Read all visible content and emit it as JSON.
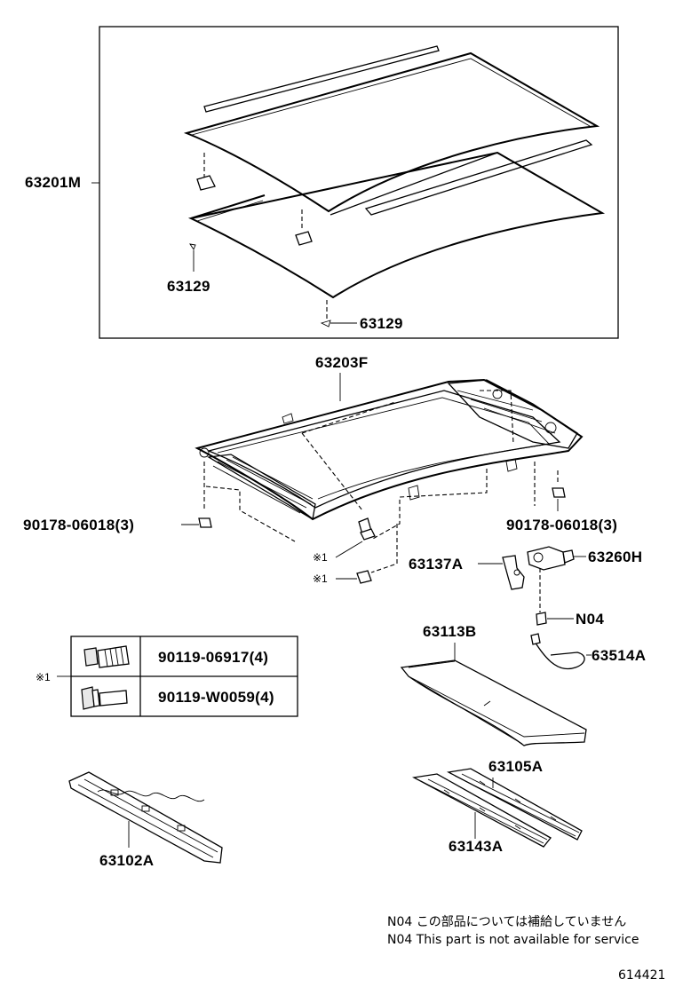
{
  "callouts": {
    "glass_assembly": "63201M",
    "clip_upper": "63129",
    "clip_lower": "63129",
    "housing_frame": "63203F",
    "nut_left": "90178-06018(3)",
    "nut_right": "90178-06018(3)",
    "bolt_mark_1": "※1",
    "bolt_mark_2": "※1",
    "bracket": "63137A",
    "motor": "63260H",
    "n04": "N04",
    "sunshade": "63113B",
    "cable": "63514A",
    "rail_upper": "63105A",
    "rail_lower": "63143A",
    "front_panel": "63102A"
  },
  "bolt_table": {
    "mark": "※1",
    "rows": [
      {
        "part_no": "90119-06917(4)",
        "icon": "flanged-bolt-icon"
      },
      {
        "part_no": "90119-W0059(4)",
        "icon": "hex-flange-bolt-icon"
      }
    ]
  },
  "notes": [
    "N04 この部品については補給していません",
    "N04 This part is not available for service"
  ],
  "diagram_id": "614421"
}
